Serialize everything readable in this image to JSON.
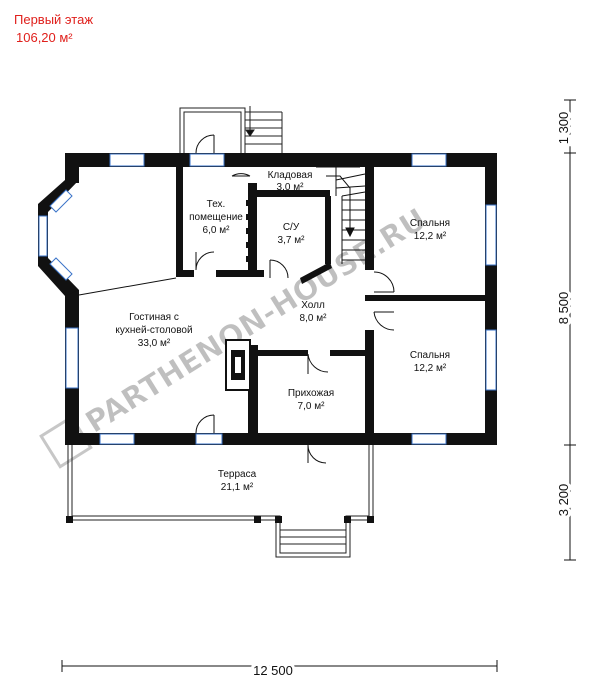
{
  "header": {
    "title": "Первый этаж",
    "area": "106,20 м²"
  },
  "rooms": {
    "storage": {
      "name": "Кладовая",
      "area": "3,0 м²"
    },
    "tech": {
      "name_line1": "Тех.",
      "name_line2": "помещение",
      "area": "6,0 м²"
    },
    "wc": {
      "name": "С/У",
      "area": "3,7 м²"
    },
    "bedroom_top": {
      "name": "Спальня",
      "area": "12,2 м²"
    },
    "living": {
      "name_line1": "Гостиная с",
      "name_line2": "кухней-столовой",
      "area": "33,0 м²"
    },
    "hall": {
      "name": "Холл",
      "area": "8,0 м²"
    },
    "bedroom_bottom": {
      "name": "Спальня",
      "area": "12,2 м²"
    },
    "entry": {
      "name": "Прихожая",
      "area": "7,0 м²"
    },
    "terrace": {
      "name": "Терраса",
      "area": "21,1 м²"
    }
  },
  "dimensions": {
    "total_width": "12 500",
    "top_porch": "1 300",
    "house_depth": "8 500",
    "terrace_depth": "3 200"
  },
  "watermark": "PARTHENON-HOUSE.RU",
  "colors": {
    "header": "#e0201c",
    "wall": "#111111",
    "window": "#3a73c8",
    "watermark": "#9a9a9a"
  }
}
